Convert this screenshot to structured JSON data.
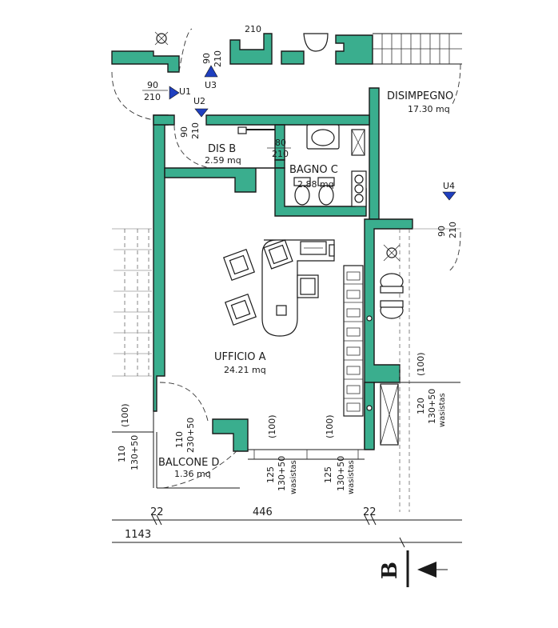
{
  "rooms": {
    "disimpegno_name": "DISIMPEGNO",
    "disimpegno_area": "17.30 mq",
    "dis_b_name": "DIS  B",
    "dis_b_area": "2.59  mq",
    "bagno_c_name": "BAGNO  C",
    "bagno_c_area": "2.88  mq",
    "ufficio_a_name": "UFFICIO  A",
    "ufficio_a_area": "24.21  mq",
    "balcone_d_name": "BALCONE  D",
    "balcone_d_area": "1.36  mq"
  },
  "markers": {
    "u1": "U1",
    "u2": "U2",
    "u3": "U3",
    "u4": "U4"
  },
  "openings": {
    "top_partial": "210",
    "u3_width": "90",
    "u3_height": "210",
    "u1_width": "90",
    "u1_height": "210",
    "u2_width": "90",
    "u2_height": "210",
    "bagno_width": "80",
    "bagno_height": "210",
    "u4_width": "90",
    "u4_height": "210",
    "right_paren": "(100)",
    "right_w1": "120",
    "right_w2": "130+50",
    "right_w3": "wasistas",
    "win1_paren": "(100)",
    "win1_w1": "125",
    "win1_w2": "130+50",
    "win1_w3": "wasistas",
    "win2_paren": "(100)",
    "win2_w1": "125",
    "win2_w2": "130+50",
    "win2_w3": "wasistas",
    "balcone_door_w1": "110",
    "balcone_door_w2": "230+50",
    "left_paren": "(100)",
    "left_w1": "110",
    "left_w2": "130+50"
  },
  "dimensions": {
    "d_left": "22",
    "d_mid": "446",
    "d_right": "22",
    "d_total": "1143"
  },
  "section": {
    "letter": "B"
  },
  "colors": {
    "wall": "#3aae8e",
    "marker": "#1f3fbf"
  }
}
